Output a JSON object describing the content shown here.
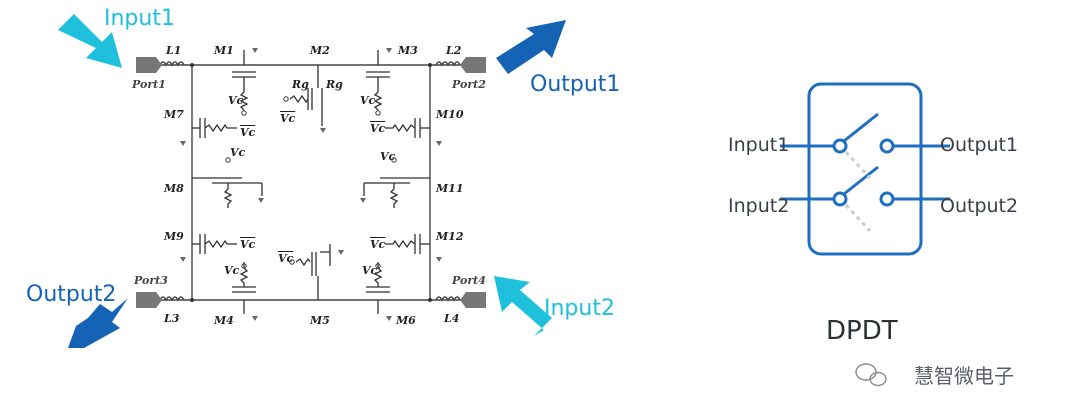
{
  "arrows": {
    "input1": "Input1",
    "output1": "Output1",
    "input2": "Input2",
    "output2": "Output2"
  },
  "ports": [
    "Port1",
    "Port2",
    "Port3",
    "Port4"
  ],
  "inductors": [
    "L1",
    "L2",
    "L3",
    "L4"
  ],
  "transistors": [
    "M1",
    "M2",
    "M3",
    "M4",
    "M5",
    "M6",
    "M7",
    "M8",
    "M9",
    "M10",
    "M11",
    "M12"
  ],
  "resistor_label": "Rg",
  "control": {
    "vc": "Vc",
    "vc_bar": "Vc"
  },
  "dpdt": {
    "input1": "Input1",
    "input2": "Input2",
    "output1": "Output1",
    "output2": "Output2",
    "title": "DPDT"
  },
  "watermark": "慧智微电子",
  "colors": {
    "input_arrow": "#1ec0dc",
    "output_arrow": "#1463b4",
    "switch_box": "#1f6fc1"
  }
}
